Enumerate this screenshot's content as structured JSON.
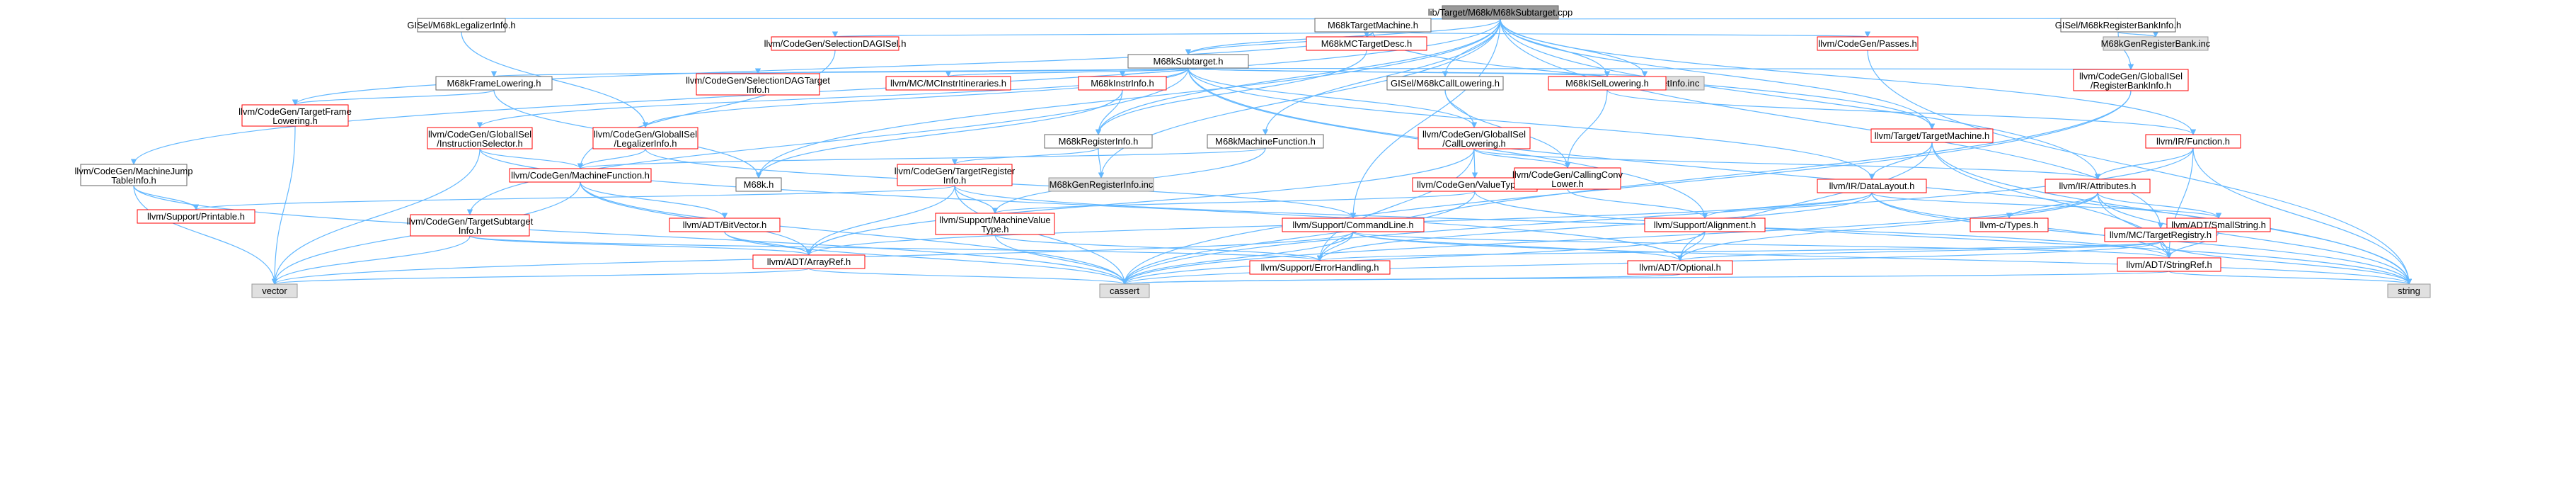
{
  "title": "lib/Target/M68k/M68kSubtarget.cpp",
  "nodes": {
    "root": {
      "lines": [
        "lib/Target/M68k/M68kSubtarget.cpp"
      ],
      "style": "root"
    },
    "gisel_legal": {
      "lines": [
        "GISel/M68kLegalizerInfo.h"
      ],
      "style": "plain"
    },
    "tm": {
      "lines": [
        "M68kTargetMachine.h"
      ],
      "style": "plain"
    },
    "gisel_rbi": {
      "lines": [
        "GISel/M68kRegisterBankInfo.h"
      ],
      "style": "plain"
    },
    "seldag": {
      "lines": [
        "llvm/CodeGen/SelectionDAGISel.h"
      ],
      "style": "red"
    },
    "mctd": {
      "lines": [
        "M68kMCTargetDesc.h"
      ],
      "style": "red"
    },
    "passes": {
      "lines": [
        "llvm/CodeGen/Passes.h"
      ],
      "style": "red"
    },
    "regbank_inc": {
      "lines": [
        "M68kGenRegisterBank.inc"
      ],
      "style": "grey"
    },
    "subtarget": {
      "lines": [
        "M68kSubtarget.h"
      ],
      "style": "plain"
    },
    "framelow": {
      "lines": [
        "M68kFrameLowering.h"
      ],
      "style": "plain"
    },
    "seldaginfo": {
      "lines": [
        "llvm/CodeGen/SelectionDAGTarget",
        "Info.h"
      ],
      "style": "red"
    },
    "mcinstr": {
      "lines": [
        "llvm/MC/MCInstrItineraries.h"
      ],
      "style": "red"
    },
    "instrinfo": {
      "lines": [
        "M68kInstrInfo.h"
      ],
      "style": "red"
    },
    "subinc": {
      "lines": [
        "M68kGenSubtargetInfo.inc"
      ],
      "style": "grey"
    },
    "gisel_call": {
      "lines": [
        "GISel/M68kCallLowering.h"
      ],
      "style": "plain"
    },
    "isellow": {
      "lines": [
        "M68kISelLowering.h"
      ],
      "style": "red"
    },
    "rbi": {
      "lines": [
        "llvm/CodeGen/GlobalISel",
        "/RegisterBankInfo.h"
      ],
      "style": "red"
    },
    "tflower": {
      "lines": [
        "llvm/CodeGen/TargetFrame",
        "Lowering.h"
      ],
      "style": "red"
    },
    "instsel": {
      "lines": [
        "llvm/CodeGen/GlobalISel",
        "/InstructionSelector.h"
      ],
      "style": "red"
    },
    "legalinfo": {
      "lines": [
        "llvm/CodeGen/GlobalISel",
        "/LegalizerInfo.h"
      ],
      "style": "red"
    },
    "reginfo": {
      "lines": [
        "M68kRegisterInfo.h"
      ],
      "style": "plain"
    },
    "mfunc": {
      "lines": [
        "M68kMachineFunction.h"
      ],
      "style": "plain"
    },
    "calllow": {
      "lines": [
        "llvm/CodeGen/GlobalISel",
        "/CallLowering.h"
      ],
      "style": "red"
    },
    "targetmachine": {
      "lines": [
        "llvm/Target/TargetMachine.h"
      ],
      "style": "red"
    },
    "function": {
      "lines": [
        "llvm/IR/Function.h"
      ],
      "style": "red"
    },
    "jump": {
      "lines": [
        "llvm/CodeGen/MachineJump",
        "TableInfo.h"
      ],
      "style": "plain"
    },
    "machfunc": {
      "lines": [
        "llvm/CodeGen/MachineFunction.h"
      ],
      "style": "red"
    },
    "m68kh": {
      "lines": [
        "M68k.h"
      ],
      "style": "plain"
    },
    "tri": {
      "lines": [
        "llvm/CodeGen/TargetRegister",
        "Info.h"
      ],
      "style": "red"
    },
    "geninc": {
      "lines": [
        "M68kGenRegisterInfo.inc"
      ],
      "style": "grey"
    },
    "valuetypes": {
      "lines": [
        "llvm/CodeGen/ValueTypes.h"
      ],
      "style": "red"
    },
    "ccl": {
      "lines": [
        "llvm/CodeGen/CallingConv",
        "Lower.h"
      ],
      "style": "red"
    },
    "datalayout": {
      "lines": [
        "llvm/IR/DataLayout.h"
      ],
      "style": "red"
    },
    "attributes": {
      "lines": [
        "llvm/IR/Attributes.h"
      ],
      "style": "red"
    },
    "printable": {
      "lines": [
        "llvm/Support/Printable.h"
      ],
      "style": "red"
    },
    "tsi": {
      "lines": [
        "llvm/CodeGen/TargetSubtarget",
        "Info.h"
      ],
      "style": "red"
    },
    "bitvector": {
      "lines": [
        "llvm/ADT/BitVector.h"
      ],
      "style": "red"
    },
    "mvt": {
      "lines": [
        "llvm/Support/MachineValue",
        "Type.h"
      ],
      "style": "red"
    },
    "cmdline": {
      "lines": [
        "llvm/Support/CommandLine.h"
      ],
      "style": "red"
    },
    "align": {
      "lines": [
        "llvm/Support/Alignment.h"
      ],
      "style": "red"
    },
    "ctypes": {
      "lines": [
        "llvm-c/Types.h"
      ],
      "style": "red"
    },
    "smallstr": {
      "lines": [
        "llvm/ADT/SmallString.h"
      ],
      "style": "red"
    },
    "treg": {
      "lines": [
        "llvm/MC/TargetRegistry.h"
      ],
      "style": "red"
    },
    "arrayref": {
      "lines": [
        "llvm/ADT/ArrayRef.h"
      ],
      "style": "red"
    },
    "errh": {
      "lines": [
        "llvm/Support/ErrorHandling.h"
      ],
      "style": "red"
    },
    "optional": {
      "lines": [
        "llvm/ADT/Optional.h"
      ],
      "style": "red"
    },
    "stringref": {
      "lines": [
        "llvm/ADT/StringRef.h"
      ],
      "style": "red"
    },
    "vector": {
      "lines": [
        "vector"
      ],
      "style": "grey"
    },
    "cassert": {
      "lines": [
        "cassert"
      ],
      "style": "grey"
    },
    "string": {
      "lines": [
        "string"
      ],
      "style": "grey"
    }
  },
  "edges": [
    [
      "root",
      "gisel_legal"
    ],
    [
      "root",
      "tm"
    ],
    [
      "root",
      "gisel_rbi"
    ],
    [
      "root",
      "subtarget"
    ],
    [
      "root",
      "gisel_call"
    ],
    [
      "root",
      "subinc"
    ],
    [
      "root",
      "m68kh"
    ],
    [
      "root",
      "reginfo"
    ],
    [
      "root",
      "mfunc"
    ],
    [
      "root",
      "function"
    ],
    [
      "root",
      "attributes"
    ],
    [
      "root",
      "treg"
    ],
    [
      "root",
      "jump"
    ],
    [
      "root",
      "geninc"
    ],
    [
      "root",
      "cmdline"
    ],
    [
      "root",
      "targetmachine"
    ],
    [
      "root",
      "isellow"
    ],
    [
      "gisel_legal",
      "legalinfo"
    ],
    [
      "tm",
      "seldag"
    ],
    [
      "tm",
      "mctd"
    ],
    [
      "tm",
      "passes"
    ],
    [
      "tm",
      "subtarget"
    ],
    [
      "tm",
      "tflower"
    ],
    [
      "tm",
      "targetmachine"
    ],
    [
      "gisel_rbi",
      "regbank_inc"
    ],
    [
      "gisel_rbi",
      "rbi"
    ],
    [
      "subtarget",
      "framelow"
    ],
    [
      "subtarget",
      "seldaginfo"
    ],
    [
      "subtarget",
      "mcinstr"
    ],
    [
      "subtarget",
      "instrinfo"
    ],
    [
      "subtarget",
      "subinc"
    ],
    [
      "subtarget",
      "isellow"
    ],
    [
      "subtarget",
      "rbi"
    ],
    [
      "subtarget",
      "instsel"
    ],
    [
      "subtarget",
      "legalinfo"
    ],
    [
      "subtarget",
      "calllow"
    ],
    [
      "subtarget",
      "tsi"
    ],
    [
      "subtarget",
      "datalayout"
    ],
    [
      "subtarget",
      "string"
    ],
    [
      "subtarget",
      "align"
    ],
    [
      "seldag",
      "machfunc"
    ],
    [
      "mctd",
      "reginfo"
    ],
    [
      "passes",
      "string"
    ],
    [
      "framelow",
      "tflower"
    ],
    [
      "framelow",
      "m68kh"
    ],
    [
      "instrinfo",
      "reginfo"
    ],
    [
      "instrinfo",
      "m68kh"
    ],
    [
      "gisel_call",
      "calllow"
    ],
    [
      "gisel_call",
      "ccl"
    ],
    [
      "isellow",
      "ccl"
    ],
    [
      "isellow",
      "function"
    ],
    [
      "rbi",
      "errh"
    ],
    [
      "rbi",
      "cassert"
    ],
    [
      "tflower",
      "vector"
    ],
    [
      "instsel",
      "machfunc"
    ],
    [
      "instsel",
      "vector"
    ],
    [
      "instsel",
      "optional"
    ],
    [
      "legalinfo",
      "machfunc"
    ],
    [
      "legalinfo",
      "cmdline"
    ],
    [
      "reginfo",
      "tri"
    ],
    [
      "reginfo",
      "geninc"
    ],
    [
      "mfunc",
      "machfunc"
    ],
    [
      "mfunc",
      "mvt"
    ],
    [
      "calllow",
      "valuetypes"
    ],
    [
      "calllow",
      "ccl"
    ],
    [
      "calllow",
      "attributes"
    ],
    [
      "calllow",
      "arrayref"
    ],
    [
      "calllow",
      "errh"
    ],
    [
      "targetmachine",
      "datalayout"
    ],
    [
      "targetmachine",
      "stringref"
    ],
    [
      "targetmachine",
      "string"
    ],
    [
      "targetmachine",
      "optional"
    ],
    [
      "function",
      "attributes"
    ],
    [
      "function",
      "stringref"
    ],
    [
      "function",
      "string"
    ],
    [
      "function",
      "cassert"
    ],
    [
      "jump",
      "printable"
    ],
    [
      "jump",
      "vector"
    ],
    [
      "jump",
      "cassert"
    ],
    [
      "machfunc",
      "bitvector"
    ],
    [
      "machfunc",
      "arrayref"
    ],
    [
      "machfunc",
      "vector"
    ],
    [
      "machfunc",
      "cassert"
    ],
    [
      "tri",
      "mvt"
    ],
    [
      "tri",
      "arrayref"
    ],
    [
      "tri",
      "printable"
    ],
    [
      "tri",
      "cassert"
    ],
    [
      "tri",
      "stringref"
    ],
    [
      "valuetypes",
      "mvt"
    ],
    [
      "valuetypes",
      "cassert"
    ],
    [
      "valuetypes",
      "string"
    ],
    [
      "ccl",
      "align"
    ],
    [
      "datalayout",
      "align"
    ],
    [
      "datalayout",
      "arrayref"
    ],
    [
      "datalayout",
      "stringref"
    ],
    [
      "datalayout",
      "errh"
    ],
    [
      "datalayout",
      "string"
    ],
    [
      "datalayout",
      "smallstr"
    ],
    [
      "attributes",
      "ctypes"
    ],
    [
      "attributes",
      "optional"
    ],
    [
      "attributes",
      "stringref"
    ],
    [
      "attributes",
      "smallstr"
    ],
    [
      "attributes",
      "string"
    ],
    [
      "attributes",
      "cassert"
    ],
    [
      "tsi",
      "arrayref"
    ],
    [
      "tsi",
      "vector"
    ],
    [
      "tsi",
      "errh"
    ],
    [
      "bitvector",
      "arrayref"
    ],
    [
      "bitvector",
      "cassert"
    ],
    [
      "mvt",
      "errh"
    ],
    [
      "mvt",
      "cassert"
    ],
    [
      "cmdline",
      "stringref"
    ],
    [
      "cmdline",
      "errh"
    ],
    [
      "cmdline",
      "optional"
    ],
    [
      "cmdline",
      "vector"
    ],
    [
      "cmdline",
      "cassert"
    ],
    [
      "cmdline",
      "string"
    ],
    [
      "align",
      "optional"
    ],
    [
      "align",
      "cassert"
    ],
    [
      "smallstr",
      "stringref"
    ],
    [
      "treg",
      "stringref"
    ],
    [
      "treg",
      "optional"
    ],
    [
      "treg",
      "errh"
    ],
    [
      "treg",
      "cassert"
    ],
    [
      "treg",
      "string"
    ],
    [
      "arrayref",
      "vector"
    ],
    [
      "arrayref",
      "cassert"
    ],
    [
      "optional",
      "cassert"
    ],
    [
      "stringref",
      "cassert"
    ],
    [
      "stringref",
      "string"
    ]
  ]
}
